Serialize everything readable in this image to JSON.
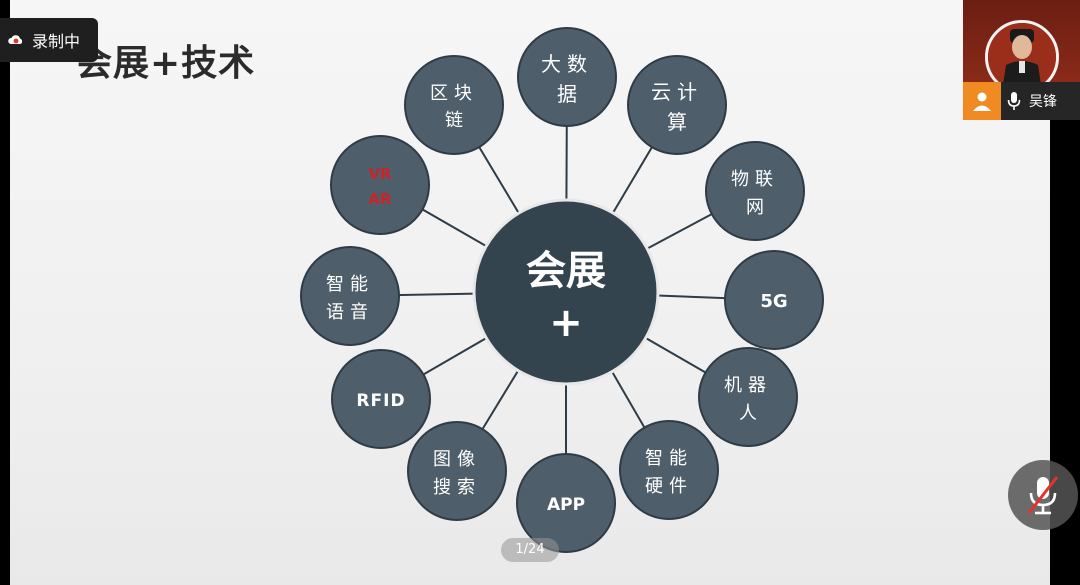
{
  "slide": {
    "title": "会展+技术",
    "hub_line1": "会展",
    "hub_line2": "+",
    "nodes": [
      {
        "id": "dashuju",
        "line1": "大数",
        "line2": "据",
        "color": "#ffffff"
      },
      {
        "id": "yunjisuan",
        "line1": "云计",
        "line2": "算",
        "color": "#ffffff"
      },
      {
        "id": "wulianwang",
        "line1": "物联",
        "line2": "网",
        "color": "#ffffff"
      },
      {
        "id": "5g",
        "line1": "5G",
        "line2": "",
        "color": "#ffffff"
      },
      {
        "id": "jiqiren",
        "line1": "机器",
        "line2": "人",
        "color": "#ffffff"
      },
      {
        "id": "zhinengyingjian",
        "line1": "智能",
        "line2": "硬件",
        "color": "#ffffff"
      },
      {
        "id": "app",
        "line1": "APP",
        "line2": "",
        "color": "#ffffff"
      },
      {
        "id": "tuxiangsousuo",
        "line1": "图像",
        "line2": "搜索",
        "color": "#ffffff"
      },
      {
        "id": "rfid",
        "line1": "RFID",
        "line2": "",
        "color": "#ffffff"
      },
      {
        "id": "zhinengyuyin",
        "line1": "智能",
        "line2": "语音",
        "color": "#ffffff"
      },
      {
        "id": "vrar",
        "line1": "VR",
        "line2": "AR",
        "color": "#c9242a"
      },
      {
        "id": "qukuailian",
        "line1": "区块",
        "line2": "链",
        "color": "#ffffff"
      }
    ]
  },
  "recording": {
    "label": "录制中"
  },
  "participant": {
    "name": "吴锋"
  },
  "pager": {
    "label": "1/24"
  },
  "colors": {
    "node_fill": "#4e5e6a",
    "hub_fill": "#34444f",
    "rec_red": "#e5332a",
    "person_orange": "#f08a22"
  }
}
